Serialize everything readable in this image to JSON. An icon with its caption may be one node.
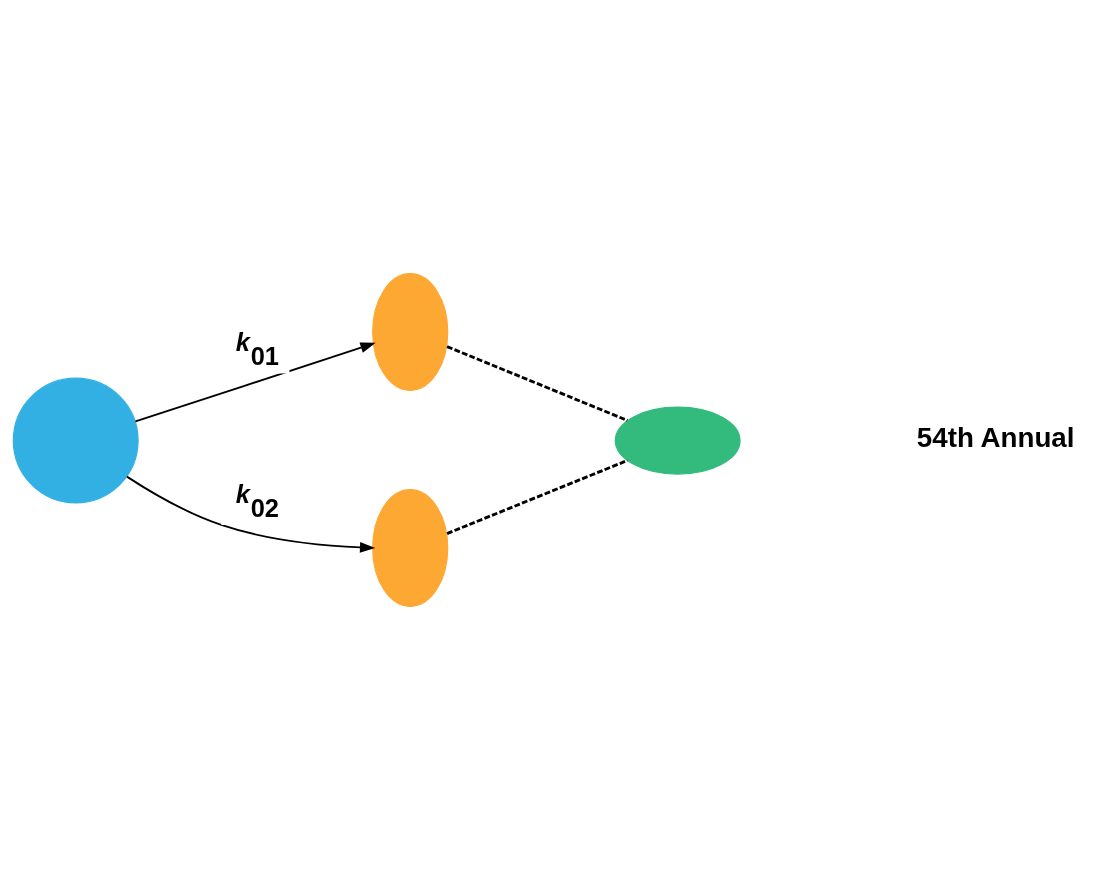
{
  "diagram": {
    "nodes": [
      {
        "text": [],
        "shape": "circle"
      },
      {
        "text": [],
        "shape": "ellipse"
      },
      {
        "text": [],
        "shape": "ellipse"
      },
      {
        "text": [],
        "shape": "ellipse"
      }
    ],
    "edges": [
      {
        "from": 0,
        "to": 1,
        "arrow": "to",
        "label": "*k*$_{01}$"
      },
      {
        "from": 0,
        "to": 2,
        "arrow": "to",
        "label": "*k*$_{02}$"
      },
      {
        "from": 1,
        "to": 3,
        "arrow": "none",
        "style": "dashed"
      },
      {
        "from": 2,
        "to": 3,
        "arrow": "none",
        "style": "dashed"
      }
    ],
    "labels": [
      "54th Annual"
    ]
  }
}
